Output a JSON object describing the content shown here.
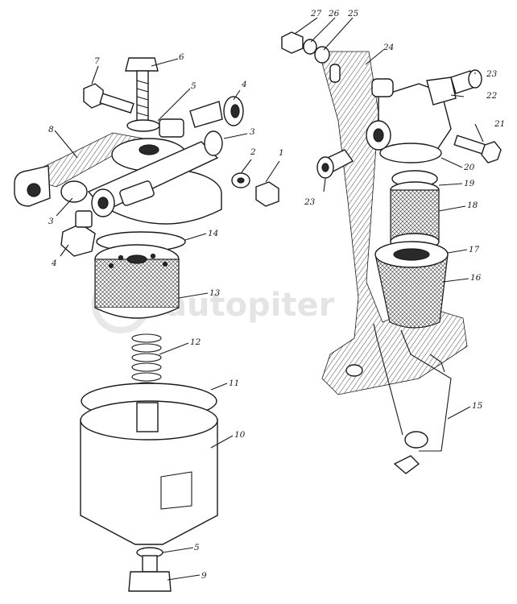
{
  "watermark": "autopiter",
  "callouts": [
    "1",
    "2",
    "3",
    "3",
    "4",
    "4",
    "5",
    "5",
    "6",
    "7",
    "8",
    "9",
    "10",
    "11",
    "12",
    "13",
    "14",
    "15",
    "16",
    "17",
    "18",
    "19",
    "20",
    "21",
    "22",
    "23",
    "23",
    "24",
    "25",
    "26",
    "27"
  ]
}
